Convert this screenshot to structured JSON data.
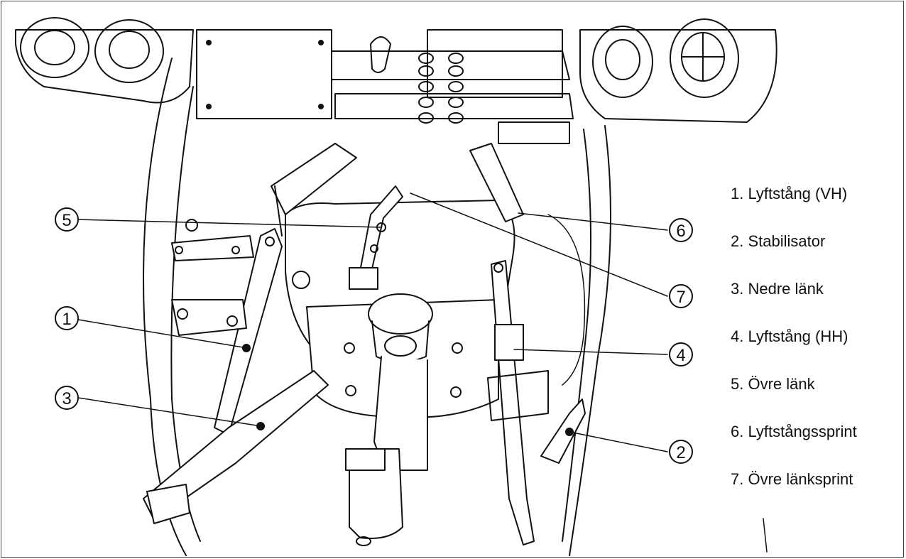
{
  "callouts": [
    {
      "num": "1",
      "part": "Lyftstång (VH)"
    },
    {
      "num": "2",
      "part": "Stabilisator"
    },
    {
      "num": "3",
      "part": "Nedre länk"
    },
    {
      "num": "4",
      "part": "Lyftstång (HH)"
    },
    {
      "num": "5",
      "part": "Övre länk"
    },
    {
      "num": "6",
      "part": "Lyftstångssprint"
    },
    {
      "num": "7",
      "part": "Övre länksprint"
    }
  ],
  "legend": [
    "1. Lyftstång (VH)",
    "2. Stabilisator",
    "3. Nedre länk",
    "4. Lyftstång (HH)",
    "5. Övre länk",
    "6. Lyftstångssprint",
    "7. Övre länksprint"
  ],
  "colors": {
    "line": "#111111",
    "background": "#ffffff",
    "shade": "#d8d8d8"
  }
}
